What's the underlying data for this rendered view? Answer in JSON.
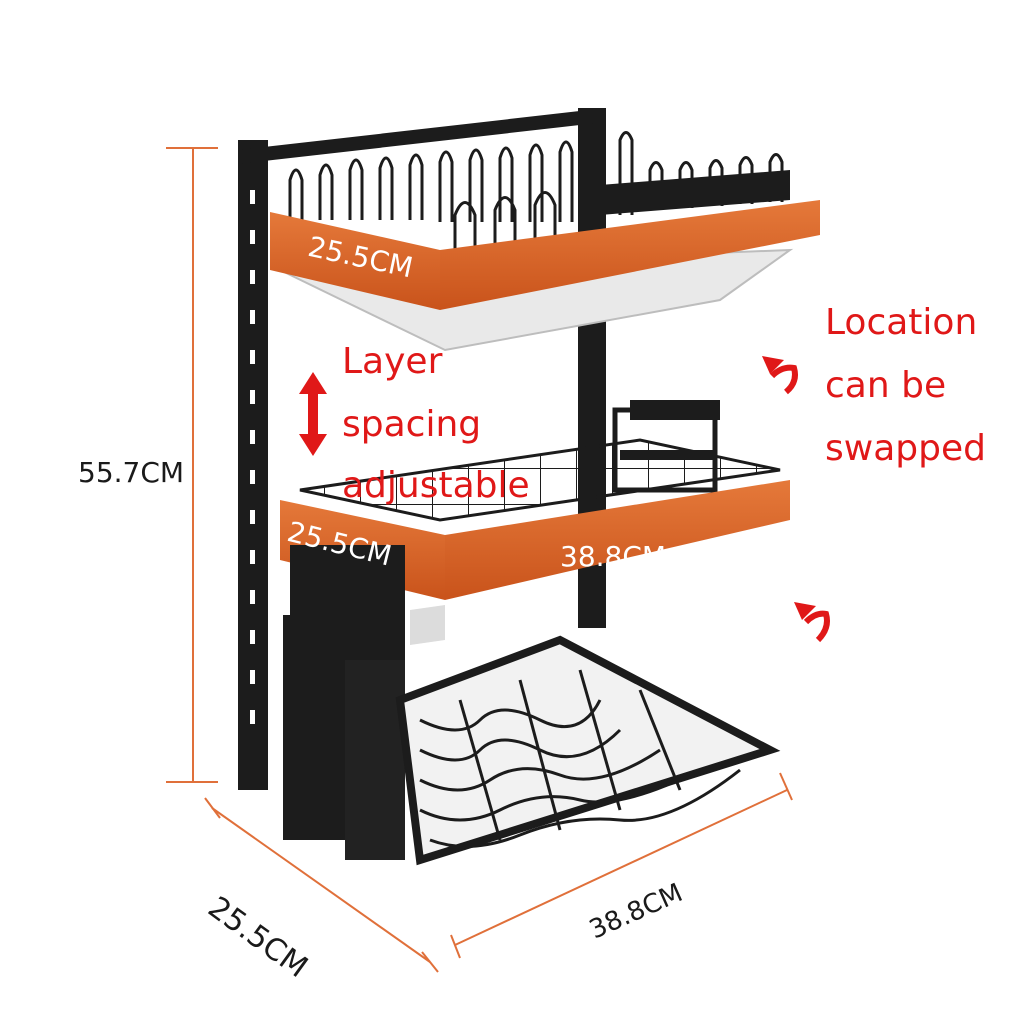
{
  "labels": {
    "height": "55.7CM",
    "depth_bottom": "25.5CM",
    "width_bottom": "38.8CM",
    "top_depth": "25.5CM",
    "middle_depth": "25.5CM",
    "middle_width": "38.8CM",
    "layer_spacing": [
      "Layer",
      "spacing",
      "adjustable"
    ],
    "location": [
      "Location",
      "can be",
      "swapped"
    ]
  },
  "colors": {
    "accent_orange": "#e06a2a",
    "note_red": "#e01818",
    "dimension_line": "#e0703a",
    "rack_black": "#1c1c1c"
  }
}
